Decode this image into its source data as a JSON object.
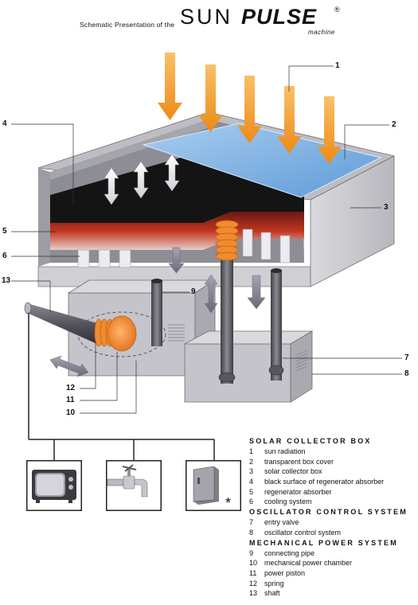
{
  "header": {
    "prefix": "Schematic Presentation of the",
    "brand_light": "SUN",
    "brand_bold": "PULSE",
    "registered": "®",
    "subtitle": "machine"
  },
  "callouts": {
    "c1": "1",
    "c2": "2",
    "c3": "3",
    "c4": "4",
    "c5": "5",
    "c6": "6",
    "c7": "7",
    "c8": "8",
    "c9": "9",
    "c10": "10",
    "c11": "11",
    "c12": "12",
    "c13": "13"
  },
  "legend": {
    "sections": [
      {
        "title": "SOLAR COLLECTOR BOX",
        "items": [
          {
            "num": "1",
            "label": "sun radiation"
          },
          {
            "num": "2",
            "label": "transparent box cover"
          },
          {
            "num": "3",
            "label": "solar collector box"
          },
          {
            "num": "4",
            "label": "black surface of regenerator absorber"
          },
          {
            "num": "5",
            "label": "regenerator absorber"
          },
          {
            "num": "6",
            "label": "cooling system"
          }
        ]
      },
      {
        "title": "OSCILLATOR CONTROL SYSTEM",
        "items": [
          {
            "num": "7",
            "label": "entry valve"
          },
          {
            "num": "8",
            "label": "oscillator control system"
          }
        ]
      },
      {
        "title": "MECHANICAL POWER SYSTEM",
        "items": [
          {
            "num": "9",
            "label": "connecting pipe"
          },
          {
            "num": "10",
            "label": "mechanical power chamber"
          },
          {
            "num": "11",
            "label": "power piston"
          },
          {
            "num": "12",
            "label": "spring"
          },
          {
            "num": "13",
            "label": "shaft"
          }
        ]
      }
    ]
  },
  "appliances": {
    "items": [
      {
        "icon": "television-icon"
      },
      {
        "icon": "water-tap-icon"
      },
      {
        "icon": "refrigerator-icon"
      }
    ],
    "asterisk": "*"
  },
  "colors": {
    "sun_arrow": "#f39a1f",
    "cover": "#7fb3e4",
    "absorber_top": "#121212",
    "absorber_glow": "#b8321e",
    "box_gray": "#c6c6cc",
    "spring": "#f2902e"
  }
}
